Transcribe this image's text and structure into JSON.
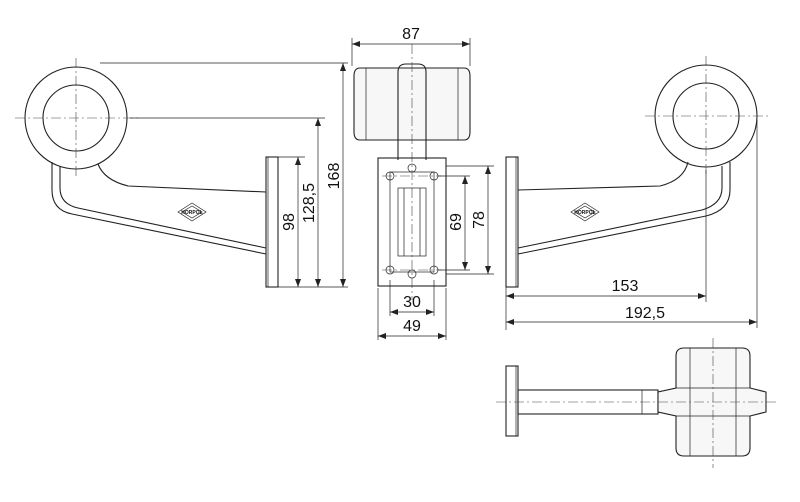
{
  "drawing": {
    "brand_mark": "HORPOL",
    "dimensions": {
      "width_lamp": "87",
      "height_total": "168",
      "height_mid": "128,5",
      "height_mount": "98",
      "hole_spacing_v1": "69",
      "hole_spacing_v2": "78",
      "hole_spacing_h": "30",
      "base_width": "49",
      "reach_short": "153",
      "reach_long": "192,5"
    }
  }
}
